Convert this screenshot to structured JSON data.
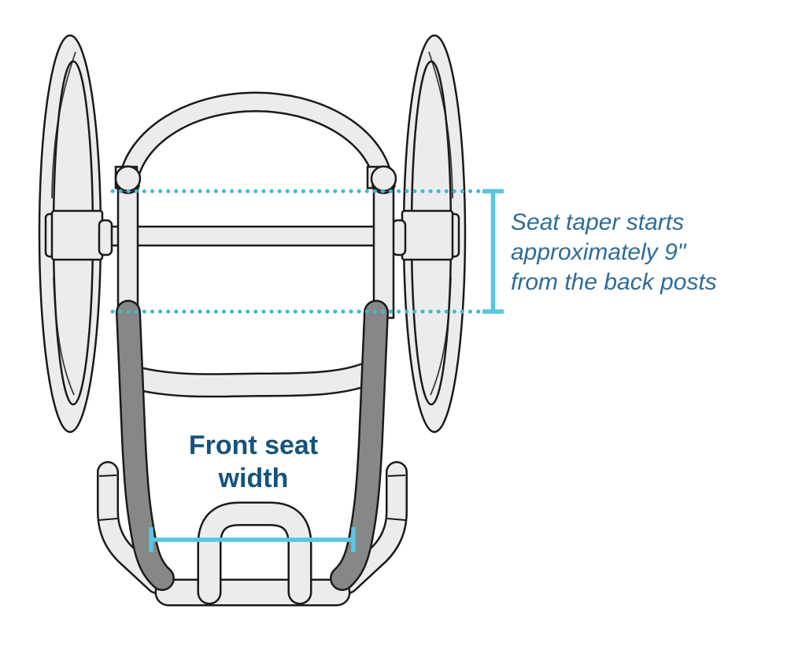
{
  "diagram": {
    "subject": "wheelchair-top-view-seat-taper",
    "annotations": {
      "seat_taper": {
        "lines": [
          "Seat taper starts",
          "approximately 9\"",
          "from the back posts"
        ]
      },
      "front_seat_width": {
        "lines": [
          "Front seat",
          "width"
        ]
      }
    },
    "colors": {
      "background": "#ffffff",
      "tube_fill": "#ececec",
      "tube_outline": "#1a1a1a",
      "taper_highlight": "#878787",
      "dotted_line": "#3fb9d5",
      "measure_line": "#58c6e0",
      "label_bold_text": "#15537e",
      "annotation_italic_text": "#2e6b99"
    }
  }
}
